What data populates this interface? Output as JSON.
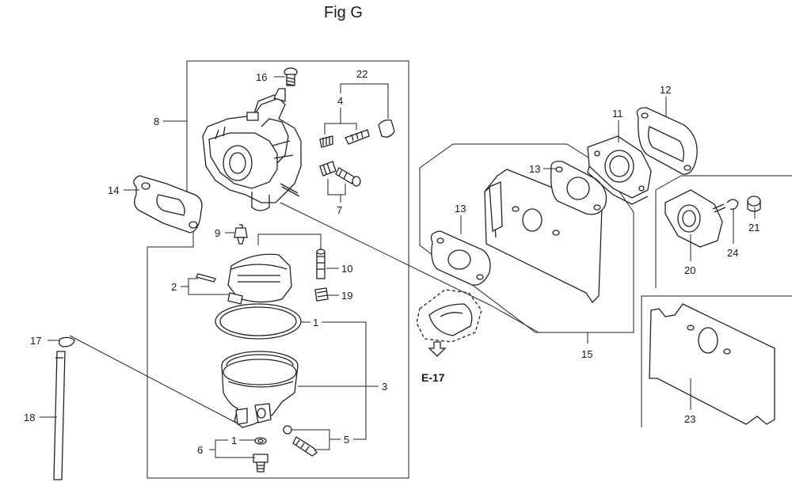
{
  "figure": {
    "title": "Fig G",
    "reference_label": "E-17"
  },
  "callouts": {
    "c1_bowl": "1",
    "c1_washer": "1",
    "c2": "2",
    "c3": "3",
    "c4": "4",
    "c5": "5",
    "c6": "6",
    "c7": "7",
    "c8": "8",
    "c9": "9",
    "c10": "10",
    "c11": "11",
    "c12": "12",
    "c13_left": "13",
    "c13_right": "13",
    "c14": "14",
    "c15": "15",
    "c16": "16",
    "c17": "17",
    "c18": "18",
    "c19": "19",
    "c20": "20",
    "c21": "21",
    "c22": "22",
    "c23": "23",
    "c24": "24"
  }
}
